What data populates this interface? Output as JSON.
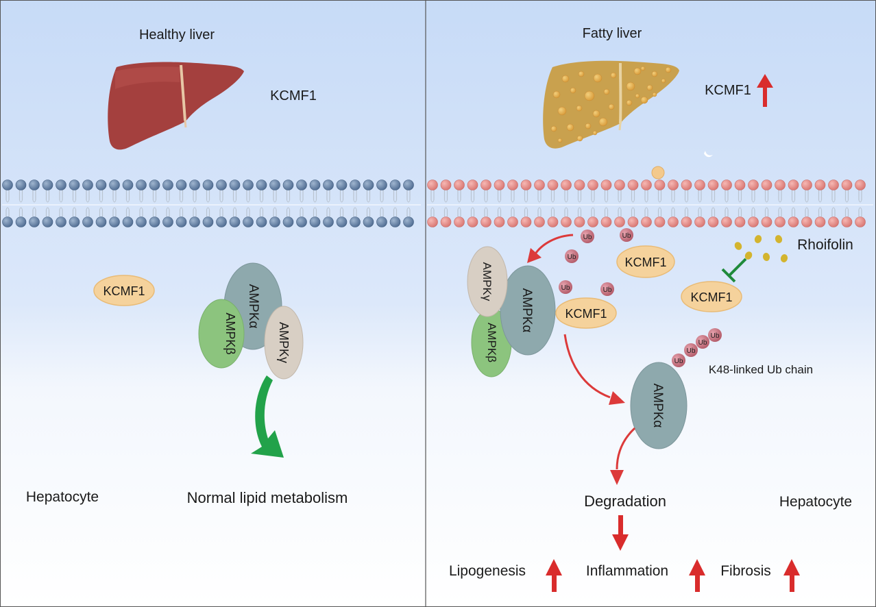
{
  "left_panel": {
    "title": "Healthy liver",
    "liver_label": "KCMF1",
    "cytoplasm_kcmf1": "KCMF1",
    "ampk_alpha": "AMPKα",
    "ampk_beta": "AMPKβ",
    "ampk_gamma": "AMPKγ",
    "cell_label": "Hepatocyte",
    "outcome": "Normal lipid metabolism"
  },
  "right_panel": {
    "title": "Fatty liver",
    "liver_label": "KCMF1",
    "complex_gamma": "AMPKγ",
    "complex_beta": "AMPKβ",
    "complex_alpha": "AMPKα",
    "kcmf1_complex": "KCMF1",
    "kcmf1_free": "KCMF1",
    "kcmf1_inhibited": "KCMF1",
    "inhibitor": "Rhoifolin",
    "ub": "Ub",
    "chain_label": "K48-linked Ub chain",
    "degraded_alpha": "AMPKα",
    "degradation": "Degradation",
    "cell_label": "Hepatocyte",
    "effects": [
      "Lipogenesis",
      "Inflammation",
      "Fibrosis"
    ]
  },
  "colors": {
    "background_top": "#c9dcf7",
    "healthy_liver": "#a4403e",
    "fatty_liver": "#c9a14e",
    "kcmf1_pill": "#f5d29c",
    "ampk_alpha": "#8ea9ad",
    "ampk_beta": "#8cc47e",
    "ampk_gamma": "#d8cfc4",
    "ubiquitin": "#c76a78",
    "up_arrow": "#d92c2c",
    "normal_arrow": "#22a24a",
    "inhibit_line": "#1f8a3b",
    "rhoifolin_dot": "#d3b42e"
  }
}
